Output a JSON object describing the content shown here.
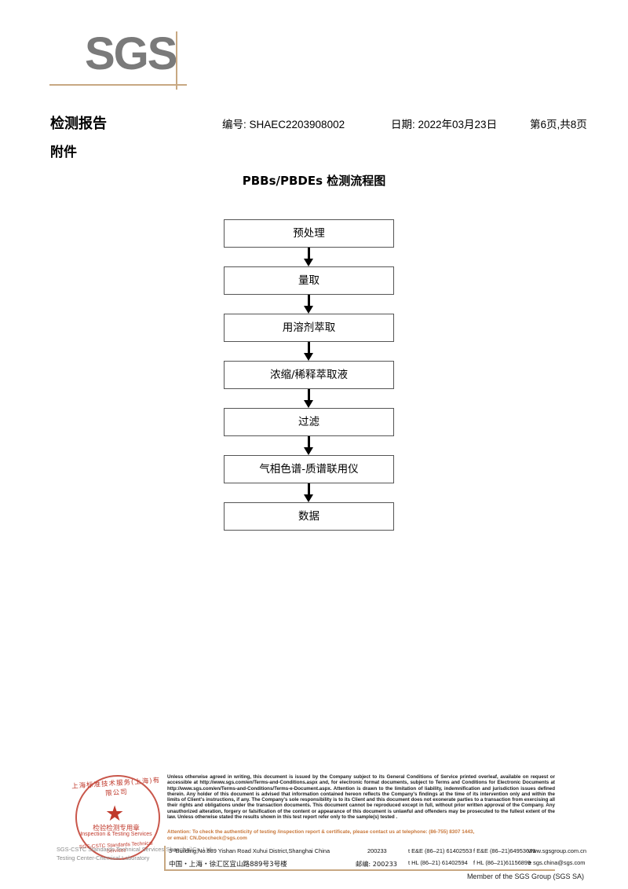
{
  "logo": {
    "text": "SGS"
  },
  "header": {
    "title": "检测报告",
    "subtitle": "附件",
    "report_no": "编号: SHAEC2203908002",
    "date": "日期: 2022年03月23日",
    "page": "第6页,共8页"
  },
  "chart_title": "PBBs/PBDEs 检测流程图",
  "flow": {
    "steps": [
      {
        "label": "预处理"
      },
      {
        "label": "量取"
      },
      {
        "label": "用溶剂萃取"
      },
      {
        "label": "浓缩/稀释萃取液"
      },
      {
        "label": "过滤"
      },
      {
        "label": "气相色谱-质谱联用仪"
      },
      {
        "label": "数据"
      }
    ]
  },
  "stamp": {
    "arc_top": "上海标准技术服务(上海)有限公司",
    "star": "★",
    "cn_label": "检验检测专用章",
    "en_label": "Inspection & Testing Services",
    "arc_bottom": "SGS-CSTC Standards Technical Services",
    "grey_line1": "SGS-CSTC Standards Technical Services(Shanghai)Co.,Ltd.",
    "grey_line2": "Testing Center-Chemical Laboratory"
  },
  "legal": {
    "paragraph": "Unless otherwise agreed in writing, this document is issued by the Company subject to its General Conditions of Service printed overleaf, available on request or accessible at http://www.sgs.com/en/Terms-and-Conditions.aspx and, for electronic format documents, subject to Terms and Conditions for Electronic Documents at http://www.sgs.com/en/Terms-and-Conditions/Terms-e-Document.aspx. Attention is drawn to the limitation of liability, indemnification and jurisdiction issues defined therein. Any holder of this document is advised that information contained hereon reflects the Company's findings at the time of its intervention only and within the limits of Client's instructions, if any. The Company's sole responsibility is to its Client and this document does not exonerate parties to a transaction from exercising all their rights and obligations under the transaction documents. This document cannot be reproduced except in full, without prior written approval of the Company. Any unauthorized alteration, forgery or falsification of the content or appearance of this document is unlawful and offenders may be prosecuted to the fullest extent of the law. Unless otherwise stated the results shown in this test report refer only to the sample(s) tested ."
  },
  "attention": {
    "line1": "Attention: To check the authenticity of testing /inspection report & certificate, please contact us at telephone: (86-755) 8307 1443,",
    "line2": "or email: CN.Doccheck@sgs.com"
  },
  "address": {
    "row_en": {
      "address": "3ʳᵈBuilding,No.889 Yishan Road Xuhui District,Shanghai China",
      "zip": "200233",
      "tel": "t E&E (86–21) 61402553",
      "fax": "f E&E (86–21)64953679",
      "web": "www.sgsgroup.com.cn"
    },
    "row_cn": {
      "address": "中国・上海・徐汇区宜山路889号3号楼",
      "zip": "邮编: 200233",
      "tel": "t HL (86–21) 61402594",
      "fax": "f HL (86–21)61156899",
      "web": "e sgs.china@sgs.com"
    }
  },
  "member_line": "Member of the SGS Group (SGS SA)"
}
